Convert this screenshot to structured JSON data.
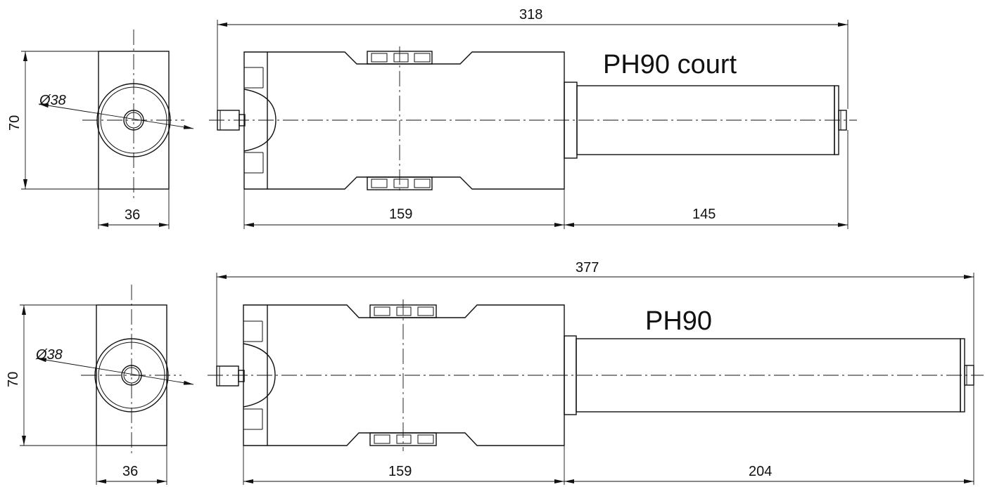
{
  "drawings": [
    {
      "title": "PH90 court",
      "dims": {
        "overall_length": "318",
        "body_length": "159",
        "cylinder_length": "145",
        "height": "70",
        "width": "36",
        "diameter": "Ø38"
      }
    },
    {
      "title": "PH90",
      "dims": {
        "overall_length": "377",
        "body_length": "159",
        "cylinder_length": "204",
        "height": "70",
        "width": "36",
        "diameter": "Ø38"
      }
    }
  ]
}
